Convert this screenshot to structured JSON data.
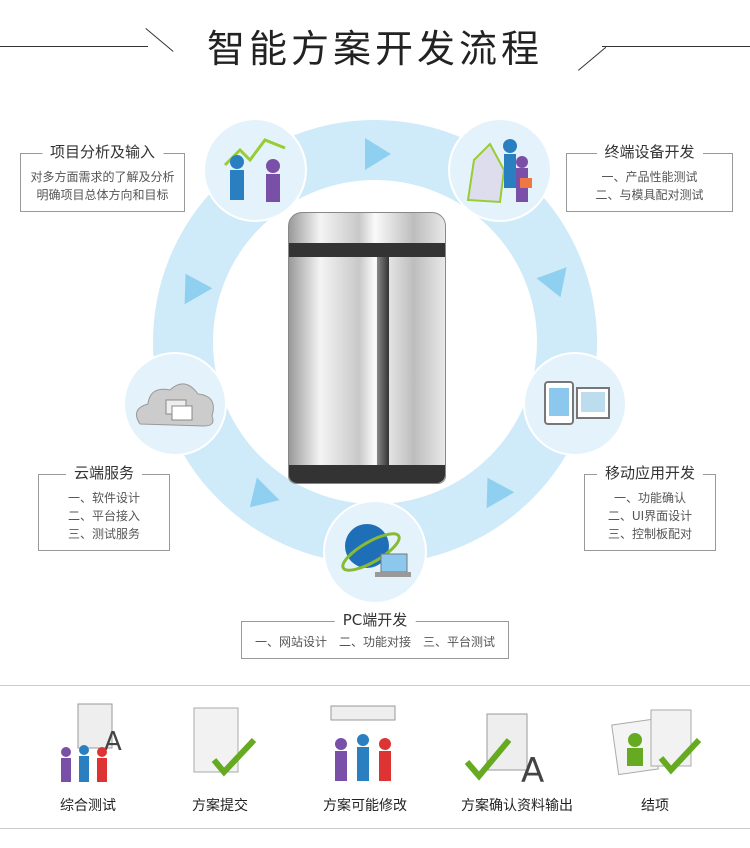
{
  "title": "智能方案开发流程",
  "stages": [
    {
      "title": "项目分析及输入",
      "lines": [
        "对多方面需求的了解及分析",
        "明确项目总体方向和目标"
      ]
    },
    {
      "title": "终端设备开发",
      "lines": [
        "一、产品性能测试",
        "二、与模具配对测试"
      ]
    },
    {
      "title": "移动应用开发",
      "lines": [
        "一、功能确认",
        "二、UI界面设计",
        "三、控制板配对"
      ]
    },
    {
      "title": "PC端开发",
      "lines": [
        "一、网站设计　二、功能对接　三、平台测试"
      ]
    },
    {
      "title": "云端服务",
      "lines": [
        "一、软件设计",
        "二、平台接入",
        "三、测试服务"
      ]
    }
  ],
  "steps": [
    "综合测试",
    "方案提交",
    "方案可能修改",
    "方案确认资料输出",
    "结项"
  ],
  "colors": {
    "ring": "#cfeaf8",
    "arrow": "#8fd0f0"
  }
}
